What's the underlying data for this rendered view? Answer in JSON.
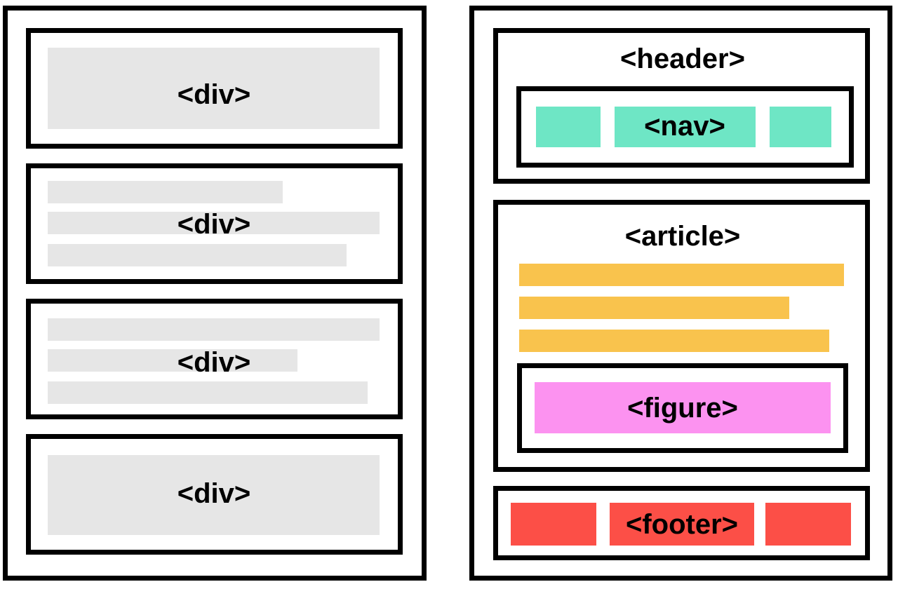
{
  "colors": {
    "outline": "#000000",
    "div_fill": "#e6e6e6",
    "nav_fill": "#6ee6c5",
    "article_fill": "#f9c34d",
    "figure_fill": "#fc92f0",
    "footer_fill": "#fc4f47"
  },
  "left_layout": {
    "boxes": [
      {
        "label": "<div>",
        "content": "block"
      },
      {
        "label": "<div>",
        "content": "lines"
      },
      {
        "label": "<div>",
        "content": "lines"
      },
      {
        "label": "<div>",
        "content": "block"
      }
    ]
  },
  "right_layout": {
    "header": {
      "label": "<header>"
    },
    "nav": {
      "label": "<nav>"
    },
    "article": {
      "label": "<article>"
    },
    "figure": {
      "label": "<figure>"
    },
    "footer": {
      "label": "<footer>"
    }
  }
}
